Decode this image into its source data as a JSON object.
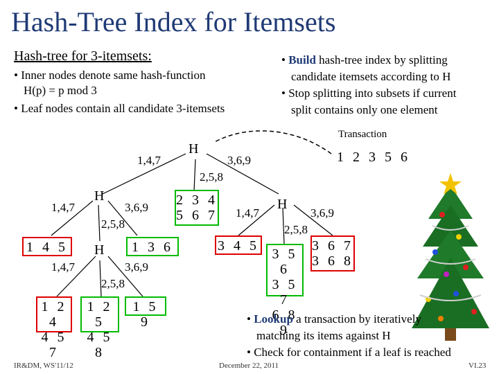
{
  "title": "Hash-Tree Index for Itemsets",
  "left_header": "Hash-tree for 3-itemsets:",
  "left_bullets": [
    "• Inner nodes denote same hash-function",
    "H(p) = p mod 3",
    "• Leaf nodes contain all candidate 3-itemsets"
  ],
  "right_bullets": {
    "b1_pre": "• ",
    "b1_bold": "Build",
    "b1_rest": " hash-tree index by splitting",
    "b1_line2": "candidate itemsets according to H",
    "b2_line1": "• Stop splitting into subsets if current",
    "b2_line2": "split contains only one element"
  },
  "transaction_label": "Transaction",
  "transaction_value": "1 2 3 5 6",
  "tree": {
    "root": "H",
    "root_edge_left": "1,4,7",
    "root_edge_mid": "2,5,8",
    "root_edge_right": "3,6,9",
    "left_node": "H",
    "left_edge_left": "1,4,7",
    "left_edge_mid": "2,5,8",
    "left_edge_right": "3,6,9",
    "leaf_145": "1 4 5",
    "leaf_136": "1 3 6",
    "lower_node": "H",
    "lower_edge_left": "1,4,7",
    "lower_edge_mid": "2,5,8",
    "lower_edge_right": "3,6,9",
    "leaf_124_l1": "1 2 4",
    "leaf_124_l2": "4 5 7",
    "leaf_125_l1": "1 2 5",
    "leaf_125_l2": "4 5 8",
    "leaf_159": "1 5 9",
    "leaf_234_l1": "2 3 4",
    "leaf_234_l2": "5 6 7",
    "right_node": "H",
    "right_edge_left": "1,4,7",
    "right_edge_mid": "2,5,8",
    "right_edge_right": "3,6,9",
    "leaf_345": "3 4 5",
    "leaf_356_l1": "3 5 6",
    "leaf_356_l2": "3 5 7",
    "leaf_356_l3": "6 8 9",
    "leaf_367_l1": "3 6 7",
    "leaf_367_l2": "3 6 8"
  },
  "bottom_bullets": {
    "b1_pre": "• ",
    "b1_bold": "Lookup",
    "b1_rest": " a transaction by iteratively",
    "b1_line2": "matching its items against H",
    "b2": "• Check for containment if a leaf is reached"
  },
  "footer": {
    "left": "IR&DM, WS'11/12",
    "center": "December 22, 2011",
    "right": "VI.23"
  },
  "colors": {
    "title": "#1f3a75",
    "leaf_border": "#dd0000",
    "leaf_border_match": "#00bb00"
  }
}
